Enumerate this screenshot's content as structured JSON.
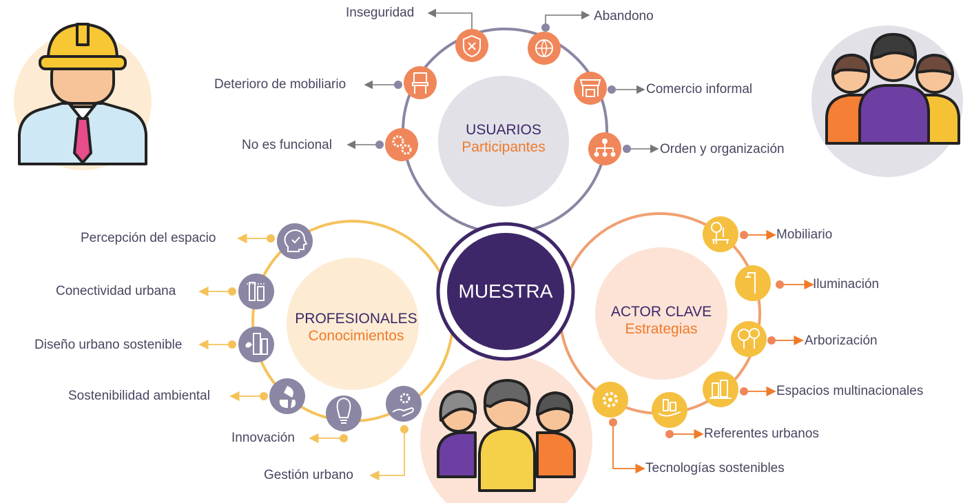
{
  "center": {
    "label": "MUESTRA"
  },
  "clusters": {
    "usuarios": {
      "title": "USUARIOS",
      "subtitle": "Participantes",
      "items": [
        "Inseguridad",
        "Abandono",
        "Deterioro de mobiliario",
        "Comercio informal",
        "No es funcional",
        "Orden y organización"
      ]
    },
    "profesionales": {
      "title": "PROFESIONALES",
      "subtitle": "Conocimientos",
      "items": [
        "Percepción del espacio",
        "Conectividad urbana",
        "Diseño urbano sostenible",
        "Sostenibilidad ambiental",
        "Innovación",
        "Gestión urbano"
      ]
    },
    "actor": {
      "title": "ACTOR CLAVE",
      "subtitle": "Estrategias",
      "items": [
        "Mobiliario",
        "Iluminación",
        "Arborización",
        "Espacios multinacionales",
        "Referentes urbanos",
        "Tecnologías sostenibles"
      ]
    }
  },
  "colors": {
    "purple": "#3d2768",
    "usuarios_ring": "#8a86a3",
    "usuarios_icon": "#f0875a",
    "profesionales_ring": "#f5c25a",
    "profesionales_icon": "#8a86a3",
    "actor_ring": "#f0a070",
    "actor_icon": "#f5c040",
    "orange_text": "#f07a2a"
  },
  "icons": {
    "usuarios": [
      "shield-x-icon",
      "globe-icon",
      "chair-icon",
      "market-stall-icon",
      "gears-icon",
      "org-chart-icon"
    ],
    "profesionales": [
      "head-check-icon",
      "city-connect-icon",
      "sustainable-building-icon",
      "recycle-leaves-icon",
      "lightbulb-gear-icon",
      "hand-gear-icon"
    ],
    "actor": [
      "bench-tree-icon",
      "street-lamp-icon",
      "trees-icon",
      "city-plants-icon",
      "city-hand-icon",
      "gear-tech-icon"
    ]
  },
  "avatars": [
    "engineer-avatar-icon",
    "users-group-avatar-icon",
    "professionals-group-avatar-icon"
  ]
}
